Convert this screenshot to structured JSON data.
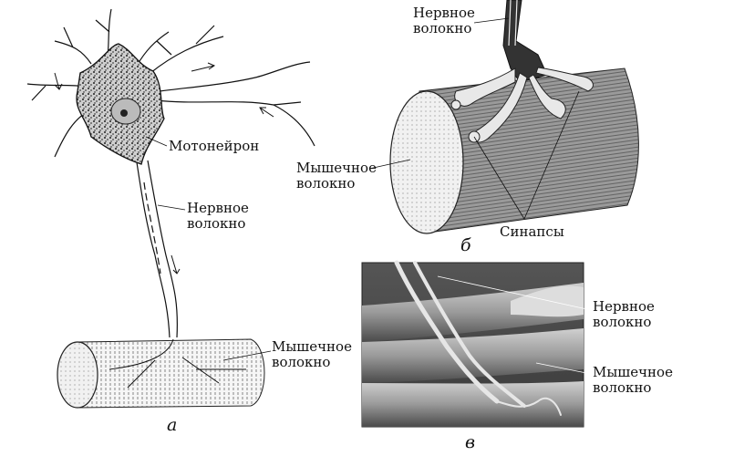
{
  "panel_a": {
    "letter": "а",
    "labels": {
      "motoneuron": "Мотонейрон",
      "nerve_fiber": [
        "Нервное",
        "волокно"
      ],
      "muscle_fiber": [
        "Мышечное",
        "волокно"
      ]
    }
  },
  "panel_b": {
    "letter": "б",
    "labels": {
      "nerve_fiber": [
        "Нервное",
        "волокно"
      ],
      "muscle_fiber": [
        "Мышечное",
        "волокно"
      ],
      "synapses": "Синапсы"
    }
  },
  "panel_c": {
    "letter": "в",
    "labels": {
      "nerve_fiber": [
        "Нервное",
        "волокно"
      ],
      "muscle_fiber": [
        "Мышечное",
        "волокно"
      ]
    }
  }
}
